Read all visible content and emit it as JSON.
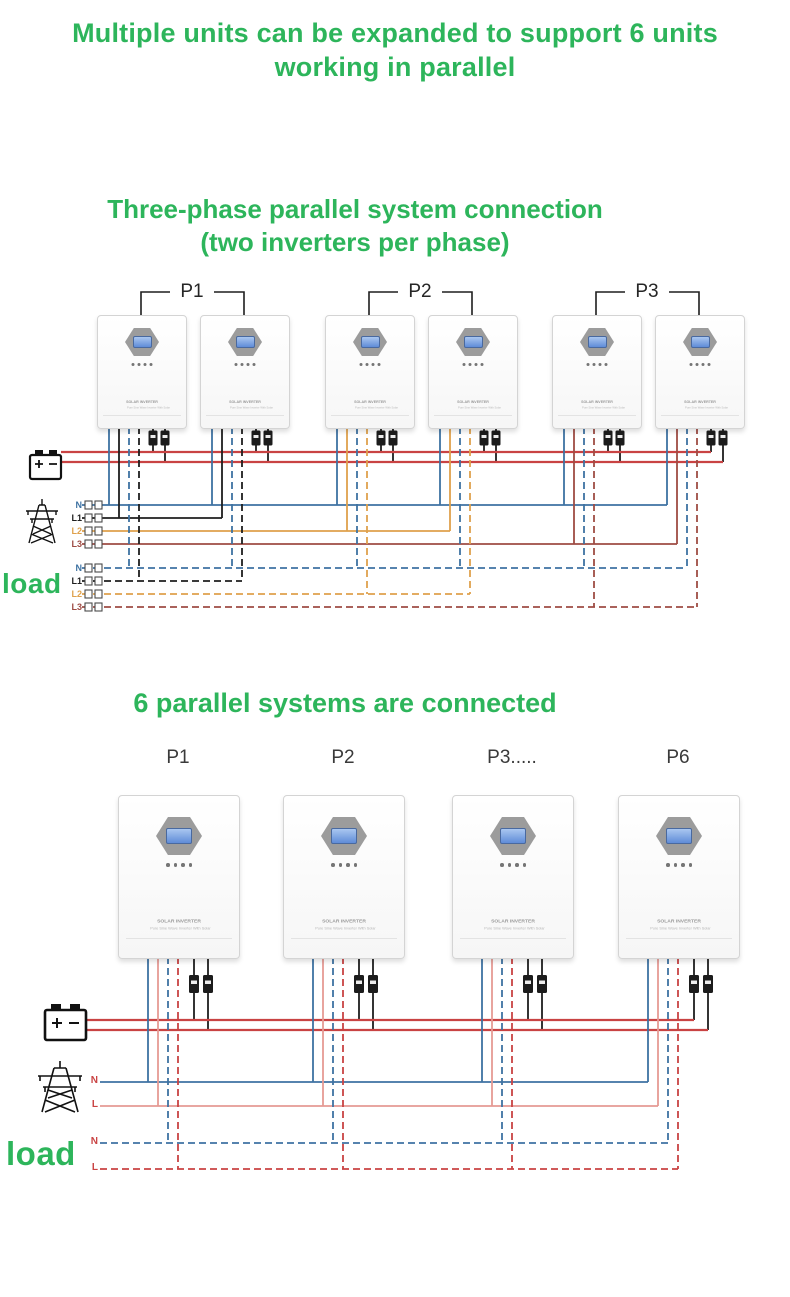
{
  "header": {
    "line1": "Multiple units can be expanded to support 6 units",
    "line2": "working in parallel"
  },
  "diagram1": {
    "title_line1": "Three-phase parallel system connection",
    "title_line2": "(two inverters per phase)",
    "groups": [
      "P1",
      "P2",
      "P3"
    ],
    "grid_terminals": [
      "N",
      "L1",
      "L2",
      "L3"
    ],
    "load_label": "load",
    "load_terminals": [
      "N",
      "L1",
      "L2",
      "L3"
    ]
  },
  "diagram2": {
    "title": "6 parallel systems are connected",
    "units": [
      "P1",
      "P2",
      "P3.....",
      "P6"
    ],
    "grid_terminals": [
      "N",
      "L"
    ],
    "load_label": "load",
    "load_terminals": [
      "N",
      "L"
    ]
  },
  "inverter": {
    "name": "SOLAR INVERTER",
    "tagline": "Pure Sine Wave Inverter With Solar"
  },
  "colors": {
    "green": "#2db55b",
    "red": "#c94343",
    "dark_red": "#9e4c44",
    "orange": "#dfa14c",
    "blue": "#3e72a2",
    "black": "#1e1e1e",
    "pink": "#e59a94"
  }
}
